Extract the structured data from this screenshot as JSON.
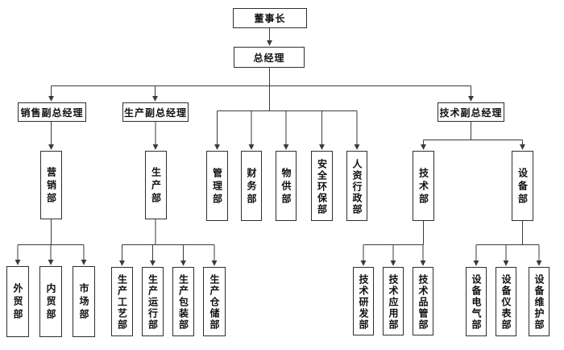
{
  "page": {
    "background": "#ffffff",
    "line_color": "#3a3a3a",
    "box_border_color": "#2e2e2e",
    "text_color": "#111111"
  },
  "nodes": {
    "chairman": "董事长",
    "general_manager": "总经理",
    "sales_vp": "销售副总经理",
    "production_vp": "生产副总经理",
    "tech_vp": "技术副总经理",
    "marketing": "营销部",
    "production": "生产部",
    "management": "管理部",
    "finance": "财务部",
    "supply": "物供部",
    "safety_env": "安全环保部",
    "hr_admin": "人资行政部",
    "technology": "技术部",
    "equipment": "设备部",
    "foreign_trade": "外贸部",
    "domestic_trade": "内贸部",
    "market": "市场部",
    "prod_process": "生产工艺部",
    "prod_operation": "生产运行部",
    "prod_packaging": "生产包装部",
    "prod_warehouse": "生产仓储部",
    "tech_rd": "技术研发部",
    "tech_application": "技术应用部",
    "tech_quality": "技术品管部",
    "equip_electrical": "设备电气部",
    "equip_instrument": "设备仪表部",
    "equip_maintenance": "设备维护部"
  },
  "hierarchy": {
    "root": "chairman",
    "edges": [
      [
        "chairman",
        "general_manager"
      ],
      [
        "general_manager",
        "sales_vp"
      ],
      [
        "general_manager",
        "production_vp"
      ],
      [
        "general_manager",
        "tech_vp"
      ],
      [
        "general_manager",
        "management"
      ],
      [
        "general_manager",
        "finance"
      ],
      [
        "general_manager",
        "supply"
      ],
      [
        "general_manager",
        "safety_env"
      ],
      [
        "general_manager",
        "hr_admin"
      ],
      [
        "sales_vp",
        "marketing"
      ],
      [
        "production_vp",
        "production"
      ],
      [
        "tech_vp",
        "technology"
      ],
      [
        "tech_vp",
        "equipment"
      ],
      [
        "marketing",
        "foreign_trade"
      ],
      [
        "marketing",
        "domestic_trade"
      ],
      [
        "marketing",
        "market"
      ],
      [
        "production",
        "prod_process"
      ],
      [
        "production",
        "prod_operation"
      ],
      [
        "production",
        "prod_packaging"
      ],
      [
        "production",
        "prod_warehouse"
      ],
      [
        "technology",
        "tech_rd"
      ],
      [
        "technology",
        "tech_application"
      ],
      [
        "technology",
        "tech_quality"
      ],
      [
        "equipment",
        "equip_electrical"
      ],
      [
        "equipment",
        "equip_instrument"
      ],
      [
        "equipment",
        "equip_maintenance"
      ]
    ]
  }
}
